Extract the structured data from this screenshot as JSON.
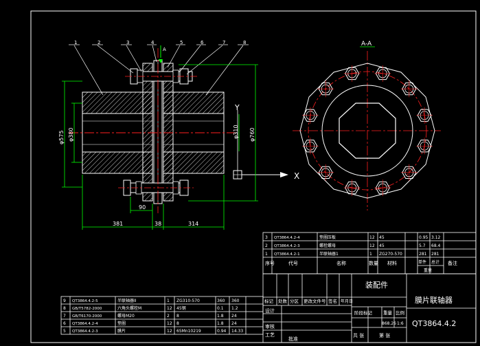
{
  "colors": {
    "background": "#000000",
    "line": "#ffffff",
    "dimension": "#00ff00",
    "center": "#ff2020",
    "hatch": "#ffffff",
    "accent": "#00ff00"
  },
  "section_label": "A-A",
  "section_marker": "A",
  "view_marker": "Y",
  "view_marker_right": "X",
  "balloons": [
    "1",
    "2",
    "3",
    "4",
    "5",
    "6",
    "7",
    "8"
  ],
  "dimensions": {
    "d_outer": "φ575",
    "d_hub": "φ380",
    "d_bolt": "φ760",
    "d_bore": "φ310",
    "len_left": "381",
    "gap": "38",
    "bolt_offset": "90",
    "len_right": "314"
  },
  "upper_table": {
    "rows": [
      [
        "3",
        "QT3864.4.2-4",
        "垫圈压板",
        "12",
        "45",
        "",
        "0.95",
        "3.12"
      ],
      [
        "2",
        "QT3864.4.2-3",
        "螺栓螺母",
        "12",
        "45",
        "",
        "5.7",
        "68.4"
      ],
      [
        "1",
        "QT3864.4.2-1",
        "半联轴器1",
        "1",
        "ZG270-570",
        "",
        "281",
        "281"
      ]
    ],
    "header": [
      "序号",
      "代号",
      "名称",
      "数量",
      "材料",
      "单件",
      "总计",
      "备注"
    ],
    "weight_label": "重量"
  },
  "lower_table": {
    "rows": [
      [
        "9",
        "QT3864.4.2-5",
        "半联轴器II",
        "1",
        "ZG310-570",
        "360",
        "360"
      ],
      [
        "8",
        "GB/T5782-2000",
        "六角头螺栓M",
        "12",
        "45钢",
        "0.1",
        "1.2"
      ],
      [
        "7",
        "GB/T6170-2000",
        "螺母M20",
        "2",
        "8",
        "1.8",
        "24"
      ],
      [
        "6",
        "QT3864.4.2-4",
        "垫圈",
        "12",
        "8",
        "1.8",
        "24"
      ],
      [
        "5",
        "QT3864.4.2-3",
        "膜片",
        "12",
        "65Mn10219",
        "0.94",
        "14.33"
      ]
    ]
  },
  "title_block": {
    "assembly_label": "装配件",
    "part_name": "膜片联轴器",
    "drawing_no": "QT3864.4.2",
    "design": "设计",
    "check": "审核",
    "process": "工艺",
    "approve": "批准",
    "stage": "阶段标记",
    "weight": "重量",
    "scale": "比例",
    "weight_value": "868.26",
    "scale_value": "1:6",
    "sheets": "共 张",
    "sheet": "第 张",
    "rev_cols": [
      "标记",
      "处数",
      "分区",
      "更改文件号",
      "签名",
      "年月日"
    ]
  }
}
